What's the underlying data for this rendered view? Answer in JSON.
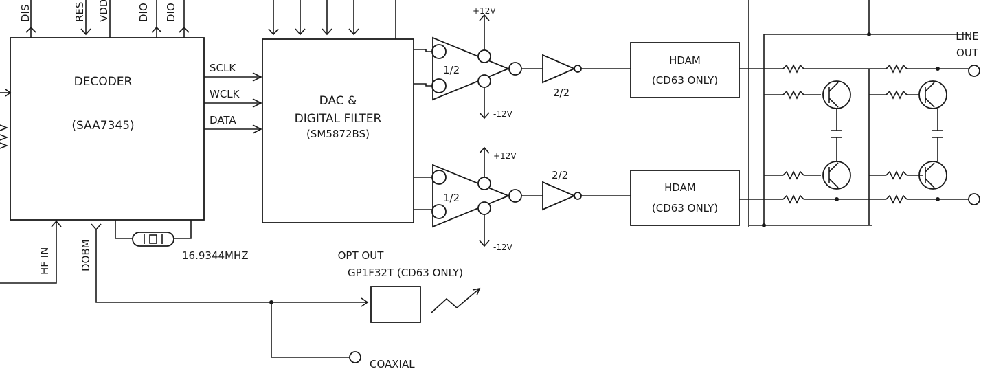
{
  "decoder": {
    "title": "DECODER",
    "part": "(SAA7345)"
  },
  "decoder_pins_top": [
    "DIS",
    "RES",
    "VDD",
    "DIO",
    "DIO"
  ],
  "decoder_pins_bottom": {
    "hf_in": "HF IN",
    "dobm": "DOBM"
  },
  "bus": {
    "sclk": "SCLK",
    "wclk": "WCLK",
    "data": "DATA"
  },
  "dac": {
    "line1": "DAC &",
    "line2": "DIGITAL FILTER",
    "part": "(SM5872BS)"
  },
  "crystal": {
    "freq": "16.9344MHZ"
  },
  "opamp": {
    "label": "1/2",
    "pos_supply": "+12V",
    "neg_supply": "-12V"
  },
  "buffer": {
    "label": "2/2"
  },
  "hdam": {
    "title": "HDAM",
    "note": "(CD63 ONLY)"
  },
  "line_out": {
    "line1": "LINE",
    "line2": "OUT"
  },
  "opt_out": {
    "line1": "OPT OUT",
    "line2": "GP1F32T (CD63 ONLY)"
  },
  "coaxial": {
    "label": "COAXIAL"
  }
}
